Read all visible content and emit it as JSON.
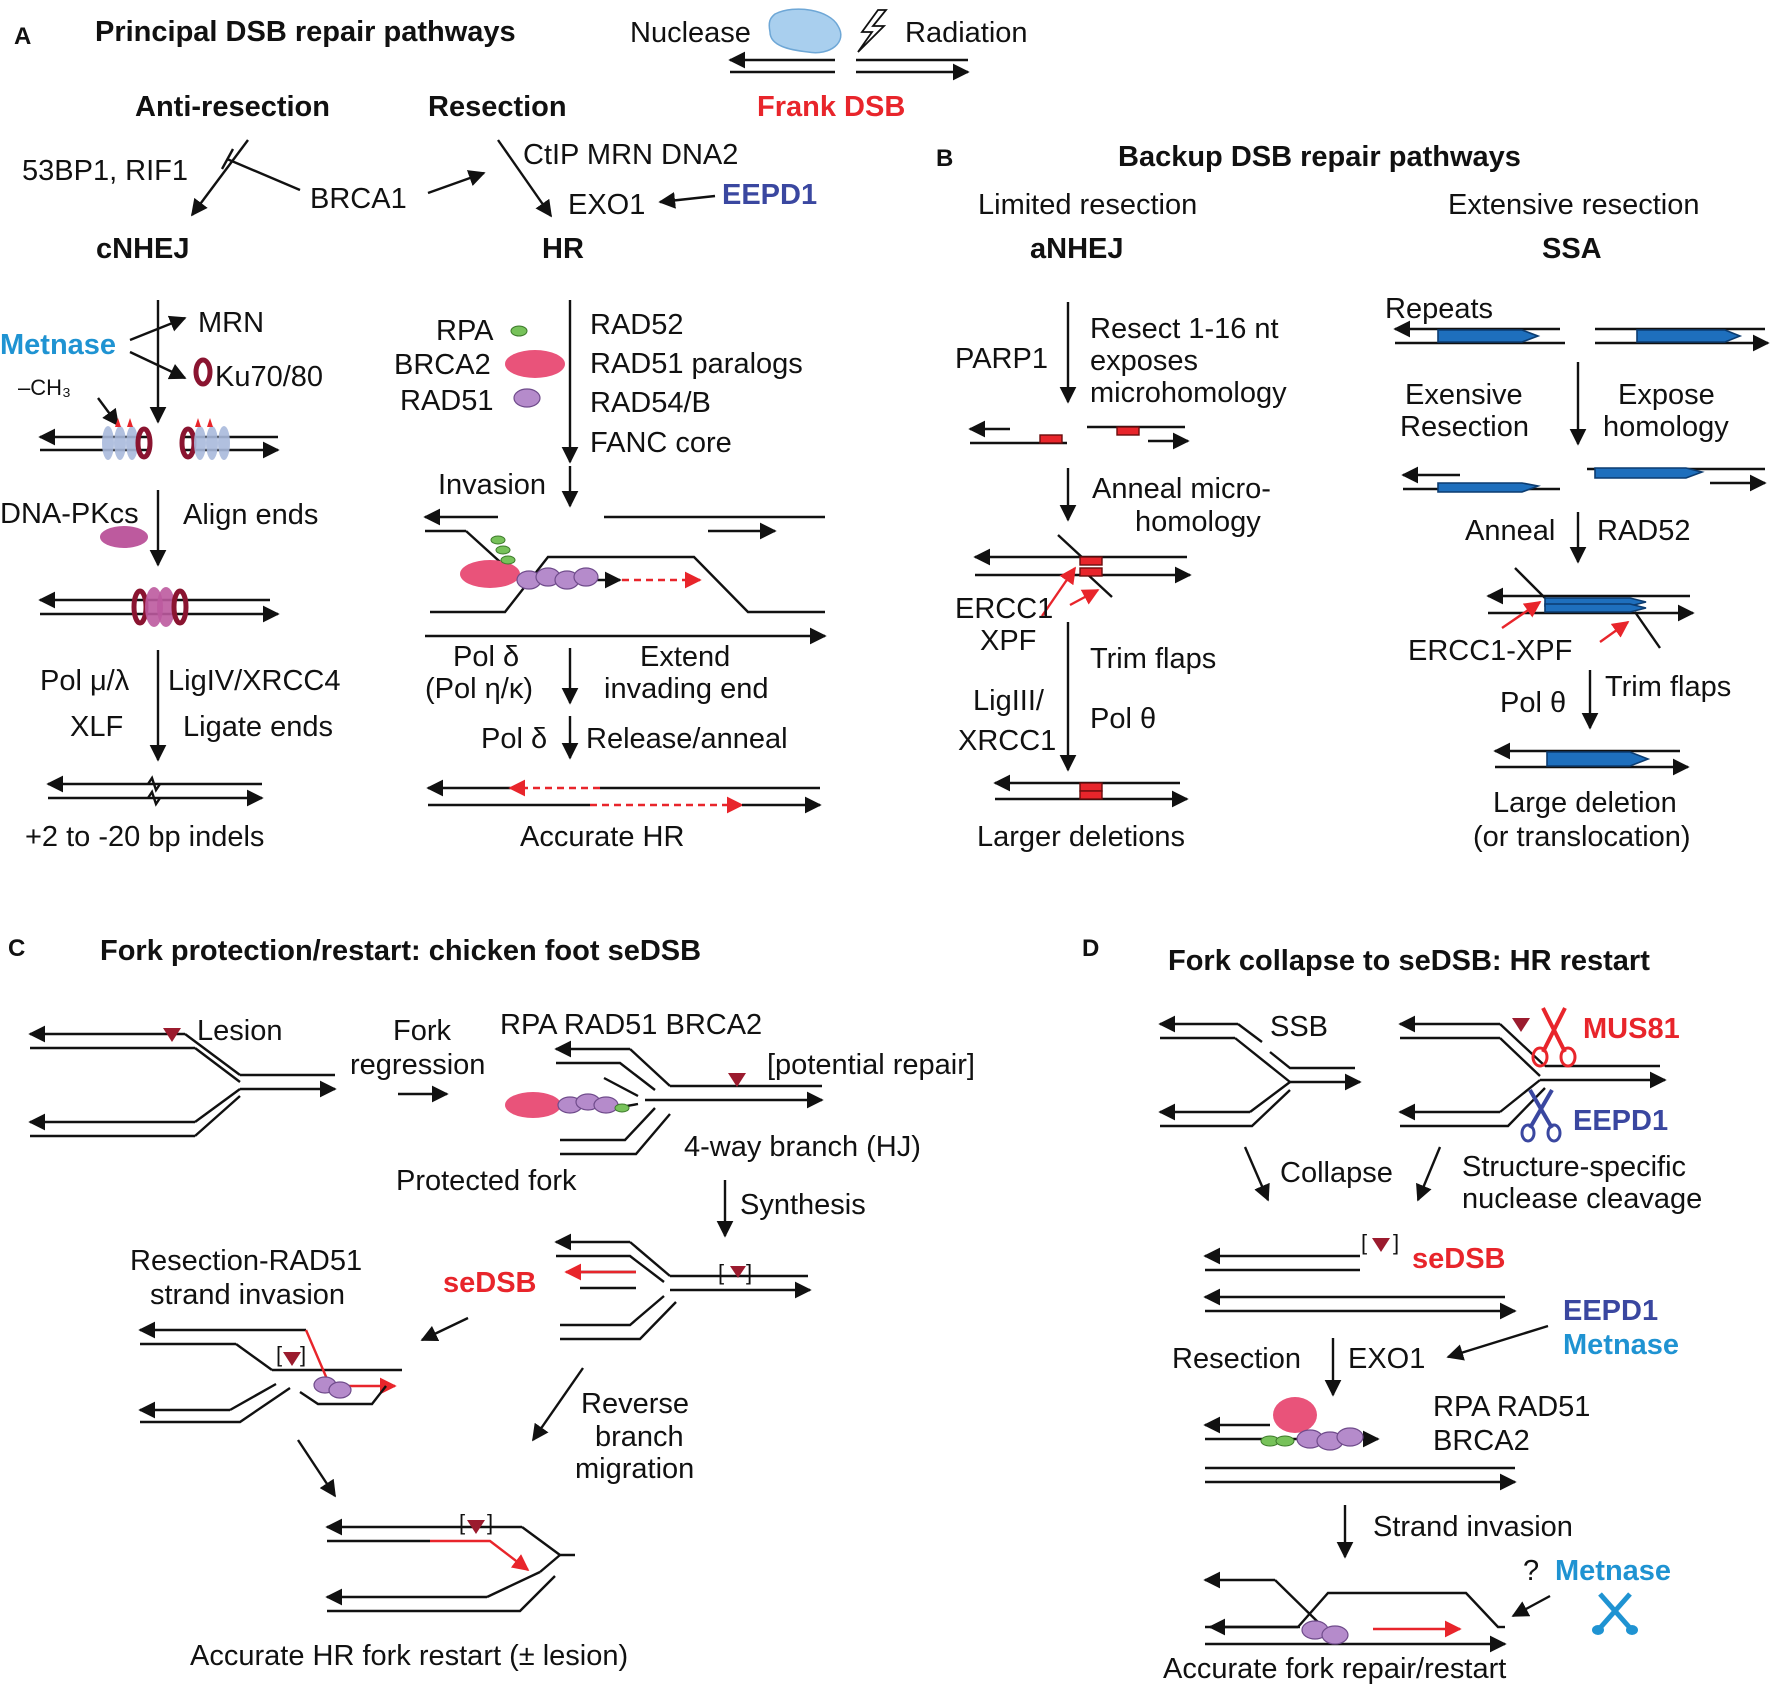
{
  "panel_a": {
    "letter": "A",
    "title": "Principal DSB repair pathways",
    "nuclease": "Nuclease",
    "radiation": "Radiation",
    "frank_dsb": "Frank DSB",
    "anti_resection": "Anti-resection",
    "resection": "Resection",
    "p53bp1": "53BP1, RIF1",
    "brca1": "BRCA1",
    "ctip": "CtIP MRN DNA2",
    "exo1": "EXO1",
    "eepd1": "EEPD1",
    "cnhej": "cNHEJ",
    "hr": "HR",
    "metnase": "Metnase",
    "mrn": "MRN",
    "ku": "Ku70/80",
    "ch3": "–CH₃",
    "dnapkcs": "DNA-PKcs",
    "align_ends": "Align ends",
    "pol_ml": "Pol μ/λ",
    "xlf": "XLF",
    "ligiv": "LigIV/XRCC4",
    "ligate_ends": "Ligate ends",
    "indels": "+2 to -20 bp indels",
    "rpa": "RPA",
    "brca2": "BRCA2",
    "rad51": "RAD51",
    "rad52": "RAD52",
    "rad51_paralogs": "RAD51 paralogs",
    "rad54": "RAD54/B",
    "fanc": "FANC core",
    "invasion": "Invasion",
    "pol_d": "Pol δ",
    "pol_hk": "(Pol η/κ)",
    "extend": "Extend",
    "invading_end": "invading end",
    "pol_d2": "Pol δ",
    "release": "Release/anneal",
    "accurate_hr": "Accurate HR"
  },
  "panel_b": {
    "letter": "B",
    "title": "Backup DSB repair pathways",
    "limited": "Limited resection",
    "extensive": "Extensive resection",
    "anhej": "aNHEJ",
    "ssa": "SSA",
    "parp1": "PARP1",
    "resect1": "Resect 1-16 nt",
    "resect2": "exposes",
    "resect3": "microhomology",
    "anneal1": "Anneal micro-",
    "anneal2": "homology",
    "ercc1": "ERCC1",
    "xpf": "XPF",
    "trim_flaps": "Trim flaps",
    "ligiii": "LigIII/",
    "xrcc1": "XRCC1",
    "pol_theta": "Pol θ",
    "larger_deletions": "Larger deletions",
    "repeats": "Repeats",
    "exensive": "Exensive",
    "resection_w": "Resection",
    "expose": "Expose",
    "homology": "homology",
    "anneal": "Anneal",
    "rad52": "RAD52",
    "ercc1_xpf": "ERCC1-XPF",
    "pol_theta2": "Pol θ",
    "trim_flaps2": "Trim flaps",
    "large_deletion": "Large deletion",
    "translocation": "(or translocation)"
  },
  "panel_c": {
    "letter": "C",
    "title": "Fork protection/restart: chicken foot seDSB",
    "lesion": "Lesion",
    "fork": "Fork",
    "regression": "regression",
    "rpa_line": "RPA RAD51 BRCA2",
    "potential": "[potential repair]",
    "four_way": "4-way branch (HJ)",
    "protected": "Protected fork",
    "synthesis": "Synthesis",
    "resection_rad51": "Resection-RAD51",
    "strand_invasion": "strand invasion",
    "sedsb": "seDSB",
    "reverse": "Reverse",
    "branch": "branch",
    "migration": "migration",
    "accurate_restart": "Accurate HR fork restart (± lesion)"
  },
  "panel_d": {
    "letter": "D",
    "title": "Fork collapse to seDSB: HR restart",
    "ssb": "SSB",
    "mus81": "MUS81",
    "eepd1": "EEPD1",
    "collapse": "Collapse",
    "struct1": "Structure-specific",
    "struct2": "nuclease cleavage",
    "sedsb": "seDSB",
    "eepd1_b": "EEPD1",
    "metnase": "Metnase",
    "resection": "Resection",
    "exo1": "EXO1",
    "rpa_rad51": "RPA RAD51",
    "brca2": "BRCA2",
    "strand_invasion": "Strand invasion",
    "question": "?",
    "metnase2": "Metnase",
    "accurate_repair": "Accurate fork repair/restart"
  }
}
